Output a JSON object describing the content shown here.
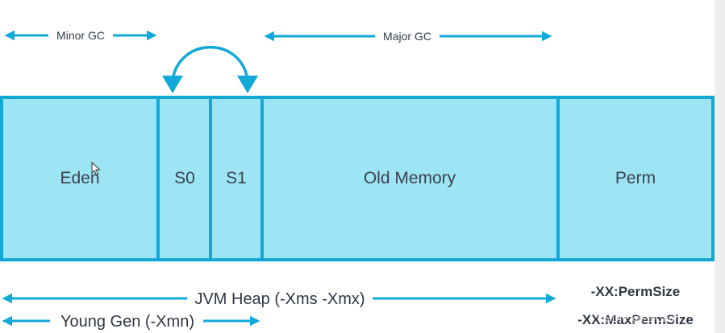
{
  "top_arrows": {
    "minor_gc": "Minor GC",
    "major_gc": "Major GC"
  },
  "regions": {
    "eden": "Eden",
    "s0": "S0",
    "s1": "S1",
    "old": "Old Memory",
    "perm": "Perm"
  },
  "bottom": {
    "jvm_heap": "JVM Heap (-Xms -Xmx)",
    "young_gen": "Young Gen (-Xmn)",
    "perm_size": "-XX:PermSize",
    "max_perm_size": "-XX:MaxPermSize",
    "watermark": "CSDN @FeiChan"
  },
  "colors": {
    "arrow": "#10a9d8",
    "box_fill": "#9de4f4",
    "box_stroke": "#13a7d4"
  }
}
